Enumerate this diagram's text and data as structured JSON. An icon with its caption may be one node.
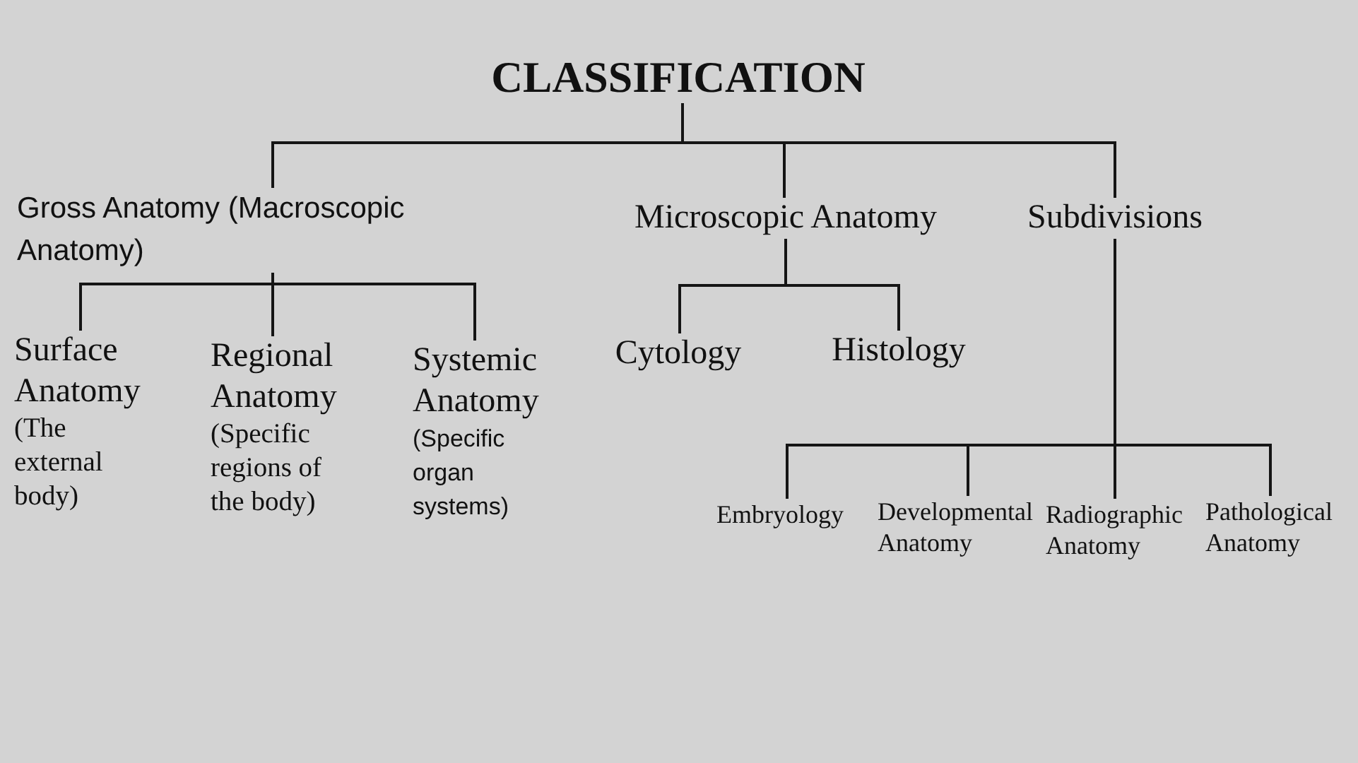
{
  "diagram": {
    "nodes": [
      {
        "text": [
          "CLASSIFICATION"
        ]
      },
      {
        "text": [
          "Gross Anatomy (Macroscopic Anatomy)"
        ]
      },
      {
        "text": [
          "Microscopic Anatomy"
        ]
      },
      {
        "text": [
          "Subdivisions"
        ]
      },
      {
        "text": [
          "Surface Anatomy",
          "(The external body)"
        ]
      },
      {
        "text": [
          "Regional Anatomy",
          "(Specific regions of the body)"
        ]
      },
      {
        "text": [
          "Systemic Anatomy",
          "(Specific organ systems)"
        ]
      },
      {
        "text": [
          "Cytology"
        ]
      },
      {
        "text": [
          "Histology"
        ]
      },
      {
        "text": [
          "Embryology"
        ]
      },
      {
        "text": [
          "Developmental Anatomy"
        ]
      },
      {
        "text": [
          "Radiographic Anatomy"
        ]
      },
      {
        "text": [
          "Pathological Anatomy"
        ]
      }
    ],
    "edges": [
      {
        "from": 0,
        "to": 1,
        "arrow": "none"
      },
      {
        "from": 0,
        "to": 2,
        "arrow": "none"
      },
      {
        "from": 0,
        "to": 3,
        "arrow": "none"
      },
      {
        "from": 1,
        "to": 4,
        "arrow": "none"
      },
      {
        "from": 1,
        "to": 5,
        "arrow": "none"
      },
      {
        "from": 1,
        "to": 6,
        "arrow": "none"
      },
      {
        "from": 2,
        "to": 7,
        "arrow": "none"
      },
      {
        "from": 2,
        "to": 8,
        "arrow": "none"
      },
      {
        "from": 3,
        "to": 9,
        "arrow": "none"
      },
      {
        "from": 3,
        "to": 10,
        "arrow": "none"
      },
      {
        "from": 3,
        "to": 11,
        "arrow": "none"
      },
      {
        "from": 3,
        "to": 12,
        "arrow": "none"
      }
    ]
  }
}
